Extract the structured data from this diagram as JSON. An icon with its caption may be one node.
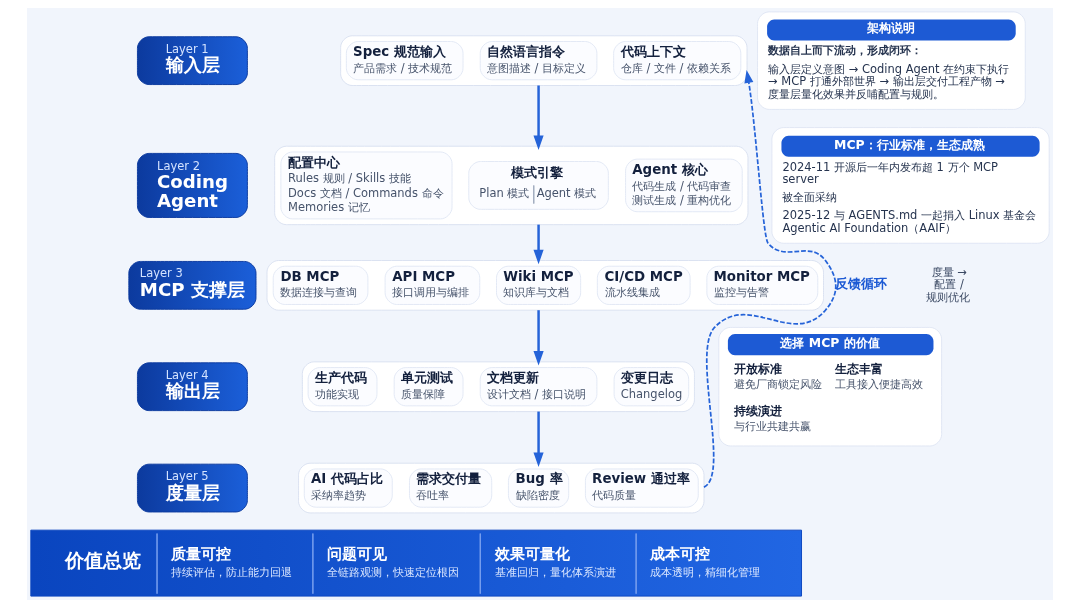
{
  "diagram": {
    "nodes": [
      {
        "text": [
          "Layer 1",
          "输入层"
        ]
      },
      {
        "text": [],
        "shape": "box"
      },
      {
        "text": [
          "Spec 规范输入",
          "产品需求 / 技术规范"
        ],
        "in": 1
      },
      {
        "text": [
          "自然语言指令",
          "意图描述 / 目标定义"
        ],
        "in": 1
      },
      {
        "text": [
          "代码上下文",
          "仓库 / 文件 / 依赖关系"
        ],
        "in": 1
      },
      {
        "text": [
          "Layer 2",
          "Coding Agent"
        ]
      },
      {
        "text": [],
        "shape": "box"
      },
      {
        "text": [
          "配置中心",
          "Rules 规则 / Skills 技能",
          "Docs 文档 / Commands 命令",
          "Memories 记忆"
        ],
        "in": 6
      },
      {
        "text": [
          "模式引擎",
          "Plan 模式",
          "Agent 模式"
        ],
        "in": 6
      },
      {
        "text": [
          "Agent 核心",
          "代码生成 / 代码审查",
          "测试生成 / 重构优化"
        ],
        "in": 6
      },
      {
        "text": [
          "Layer 3",
          "MCP 支撑层"
        ]
      },
      {
        "text": [],
        "shape": "box"
      },
      {
        "text": [
          "DB MCP",
          "数据连接与查询"
        ],
        "in": 11
      },
      {
        "text": [
          "API MCP",
          "接口调用与编排"
        ],
        "in": 11
      },
      {
        "text": [
          "Wiki MCP",
          "知识库与文档"
        ],
        "in": 11
      },
      {
        "text": [
          "CI/CD MCP",
          "流水线集成"
        ],
        "in": 11
      },
      {
        "text": [
          "Monitor MCP",
          "监控与告警"
        ],
        "in": 11
      },
      {
        "text": [
          "Layer 4",
          "输出层"
        ]
      },
      {
        "text": [],
        "shape": "box"
      },
      {
        "text": [
          "生产代码",
          "功能实现"
        ],
        "in": 18
      },
      {
        "text": [
          "单元测试",
          "质量保障"
        ],
        "in": 18
      },
      {
        "text": [
          "文档更新",
          "设计文档 / 接口说明"
        ],
        "in": 18
      },
      {
        "text": [
          "变更日志",
          "Changelog"
        ],
        "in": 18
      },
      {
        "text": [
          "Layer 5",
          "度量层"
        ]
      },
      {
        "text": [],
        "shape": "box"
      },
      {
        "text": [
          "AI 代码占比",
          "采纳率趋势"
        ],
        "in": 24
      },
      {
        "text": [
          "需求交付量",
          "吞吐率"
        ],
        "in": 24
      },
      {
        "text": [
          "Bug 率",
          "缺陷密度"
        ],
        "in": 24
      },
      {
        "text": [
          "Review 通过率",
          "代码质量"
        ],
        "in": 24
      },
      {
        "text": [
          "架构说明",
          "数据自上而下流动，形成闭环：",
          "输入层定义意图 → Coding Agent 在约束下执行 → MCP 打通外部世界 → 输出层交付工程产物 → 度量层量化效果并反哺配置与规则。"
        ]
      },
      {
        "text": [
          "MCP：行业标准，生态成熟",
          "2024-11 开源后一年内发布超 1 万个 MCP server",
          "被全面采纳",
          "2025-12 与 AGENTS.md 一起捐入 Linux 基金会 Agentic AI Foundation（AAIF）"
        ]
      },
      {
        "text": [
          "选择 MCP 的价值",
          "开放标准",
          "避免厂商锁定风险",
          "生态丰富",
          "工具接入便捷高效",
          "持续演进",
          "与行业共建共赢"
        ]
      },
      {
        "text": [
          "价值总览",
          "质量可控",
          "持续评估，防止能力回退",
          "问题可见",
          "全链路观测，快速定位根因",
          "效果可量化",
          "基准回归，量化体系演进",
          "成本可控",
          "成本透明，精细化管理"
        ]
      }
    ],
    "edges": [
      {
        "from": 1,
        "to": 6,
        "arrow": "to"
      },
      {
        "from": 6,
        "to": 11,
        "arrow": "to"
      },
      {
        "from": 11,
        "to": 18,
        "arrow": "to"
      },
      {
        "from": 18,
        "to": 24,
        "arrow": "to"
      },
      {
        "from": 24,
        "to": 1,
        "arrow": "to",
        "style": "dashed",
        "label": "反馈循环"
      }
    ],
    "labels": [
      "度量 → 配置 / 规则优化"
    ]
  }
}
